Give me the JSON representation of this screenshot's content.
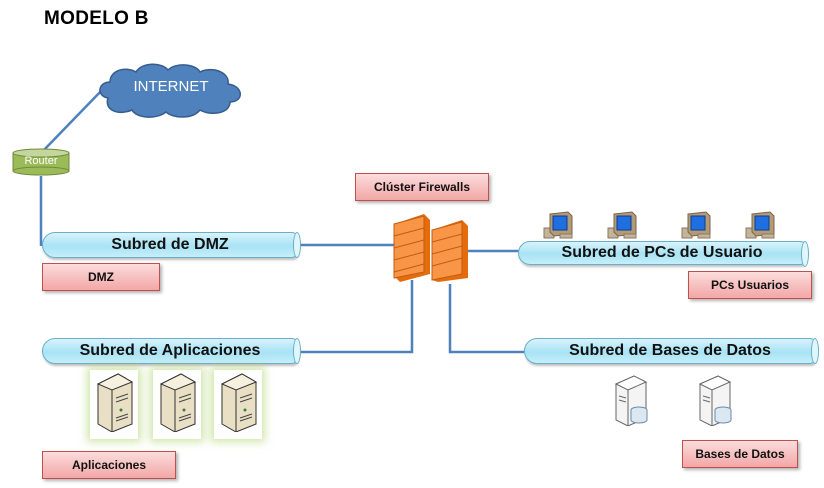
{
  "title": "MODELO B",
  "internet": {
    "label": "INTERNET",
    "icon": "cloud-icon"
  },
  "router": {
    "label": "Router",
    "icon": "router-icon"
  },
  "firewall_cluster": {
    "label": "Clúster Firewalls",
    "icon": "firewall-icon",
    "count": 2
  },
  "subnets": {
    "dmz": {
      "label": "Subred de DMZ",
      "tag": "DMZ"
    },
    "pcs": {
      "label": "Subred  de PCs de Usuario",
      "tag": "PCs Usuarios",
      "device_icon": "pc-icon",
      "device_count": 4
    },
    "apps": {
      "label": "Subred de Aplicaciones",
      "tag": "Aplicaciones",
      "device_icon": "server-icon",
      "device_count": 3
    },
    "db": {
      "label": "Subred de Bases de Datos",
      "tag": "Bases de Datos",
      "device_icon": "database-server-icon",
      "device_count": 2
    }
  },
  "colors": {
    "link": "#4f81bd",
    "router": "#9bbb59",
    "cloud": "#4f81bd",
    "label_border": "#c0504d",
    "firewall": "#f79646"
  }
}
